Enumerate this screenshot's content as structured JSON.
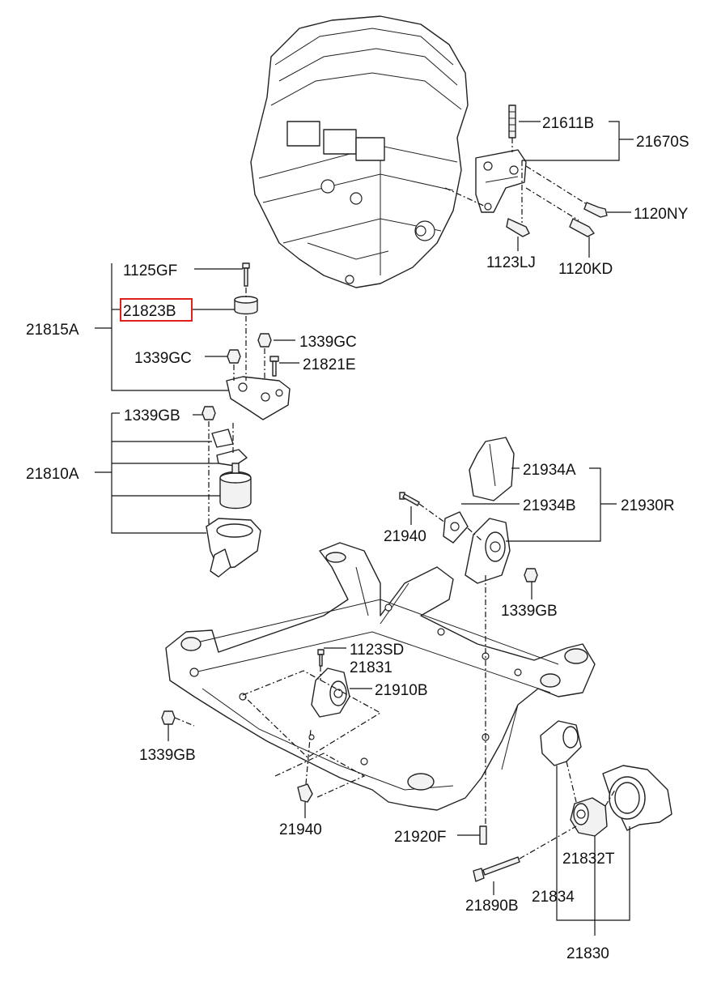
{
  "labels": {
    "p21611B": "21611B",
    "p21670S": "21670S",
    "p1120NY": "1120NY",
    "p1123LJ": "1123LJ",
    "p1120KD": "1120KD",
    "p1125GF": "1125GF",
    "p21823B": "21823B",
    "p21815A": "21815A",
    "p1339GC_r": "1339GC",
    "p1339GC_l": "1339GC",
    "p21821E": "21821E",
    "p1339GB_t": "1339GB",
    "p21810A": "21810A",
    "p21934A": "21934A",
    "p21934B": "21934B",
    "p21930R": "21930R",
    "p21940_r": "21940",
    "p1339GB_m": "1339GB",
    "p1123SD": "1123SD",
    "p21831": "21831",
    "p21910B": "21910B",
    "p1339GB_l": "1339GB",
    "p21940_b": "21940",
    "p21920F": "21920F",
    "p21832T": "21832T",
    "p21890B": "21890B",
    "p21834": "21834",
    "p21830": "21830"
  },
  "highlighted_part": "21823B",
  "colors": {
    "highlight": "#e0201b",
    "line": "#222222"
  }
}
